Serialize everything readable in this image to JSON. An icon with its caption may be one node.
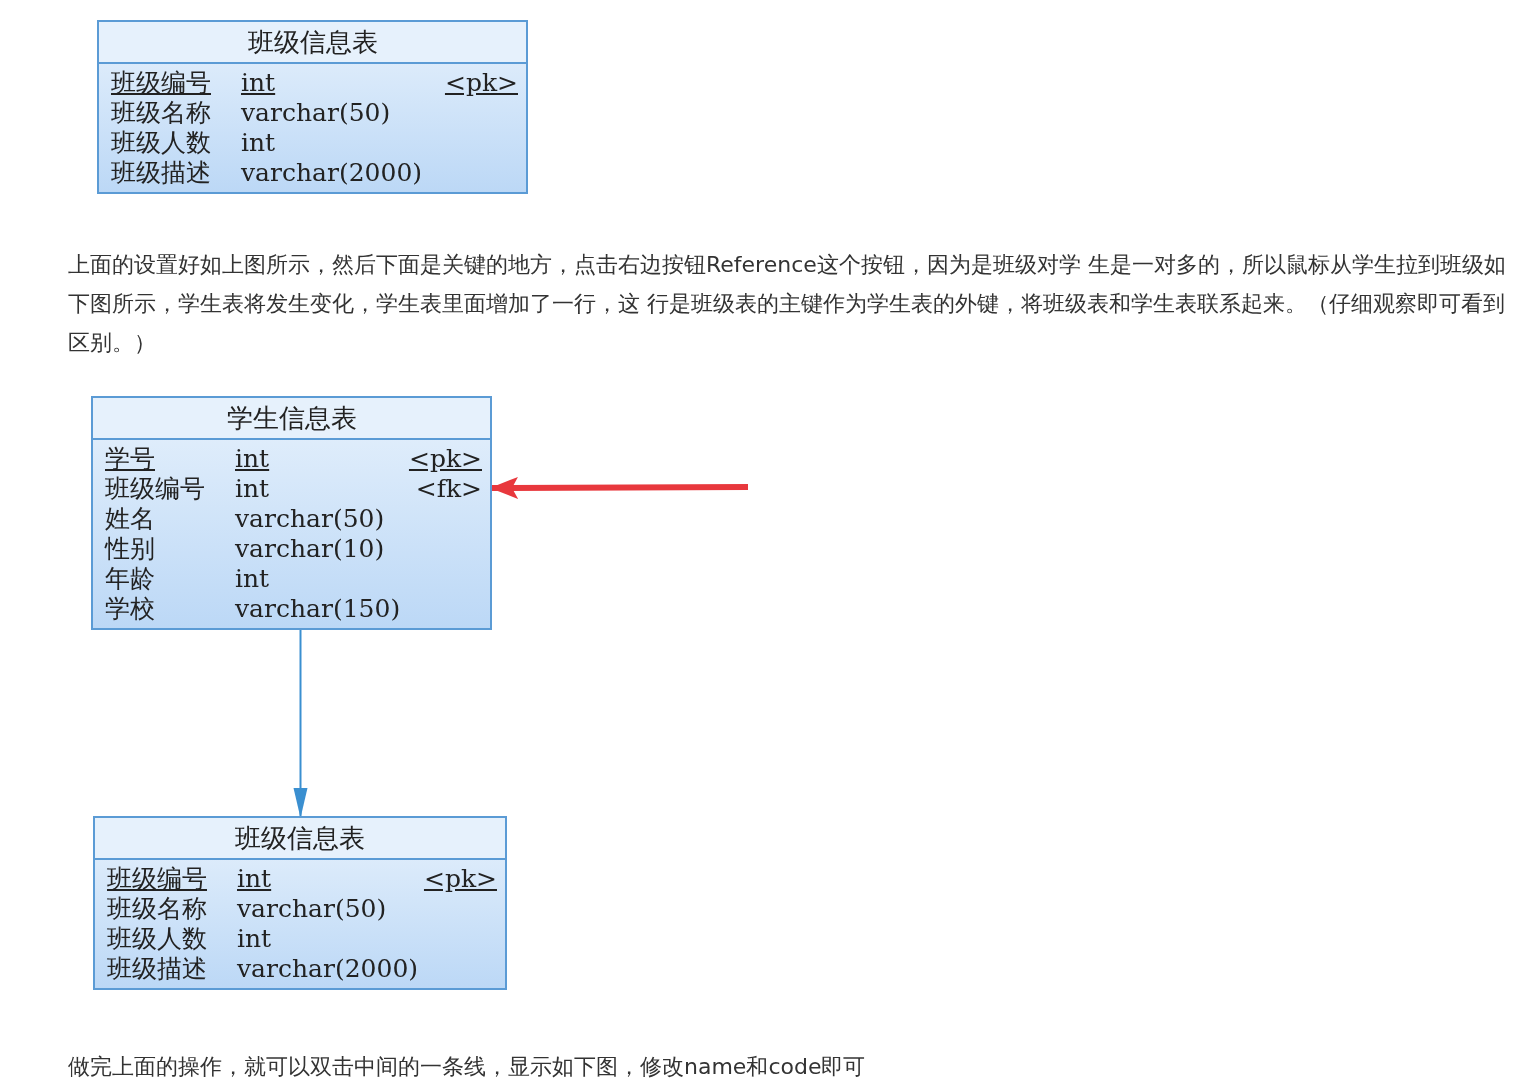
{
  "diagram": {
    "nodes": [
      {
        "text": [
          "班级信息表",
          "班级编号",
          "int",
          "<pk>",
          "班级名称",
          "varchar(50)",
          "班级人数",
          "int",
          "班级描述",
          "varchar(2000)"
        ]
      },
      {
        "text": [
          "学生信息表",
          "学号",
          "int",
          "<pk>",
          "班级编号",
          "int",
          "<fk>",
          "姓名",
          "varchar(50)",
          "性别",
          "varchar(10)",
          "年龄",
          "int",
          "学校",
          "varchar(150)"
        ]
      },
      {
        "text": [
          "班级信息表",
          "班级编号",
          "int",
          "<pk>",
          "班级名称",
          "varchar(50)",
          "班级人数",
          "int",
          "班级描述",
          "varchar(2000)"
        ]
      }
    ],
    "edges": [
      {
        "from": null,
        "to": 1,
        "arrow": "to",
        "style": "thick",
        "color": "#e8383d"
      },
      {
        "from": 1,
        "to": 2,
        "arrow": "to",
        "color": "#3a8fd0"
      }
    ],
    "labels": [
      "上面的设置好如上图所示，然后下面是关键的地方，点击右边按钮Reference这个按钮，因为是班级对学 生是一对多的，所以鼠标从学生拉到班级如下图所示，学生表将发生变化，学生表里面增加了一行，这 行是班级表的主键作为学生表的外键，将班级表和学生表联系起来。（仔细观察即可看到区别。）",
      "做完上面的操作，就可以双击中间的一条线，显示如下图，修改name和code即可"
    ]
  }
}
